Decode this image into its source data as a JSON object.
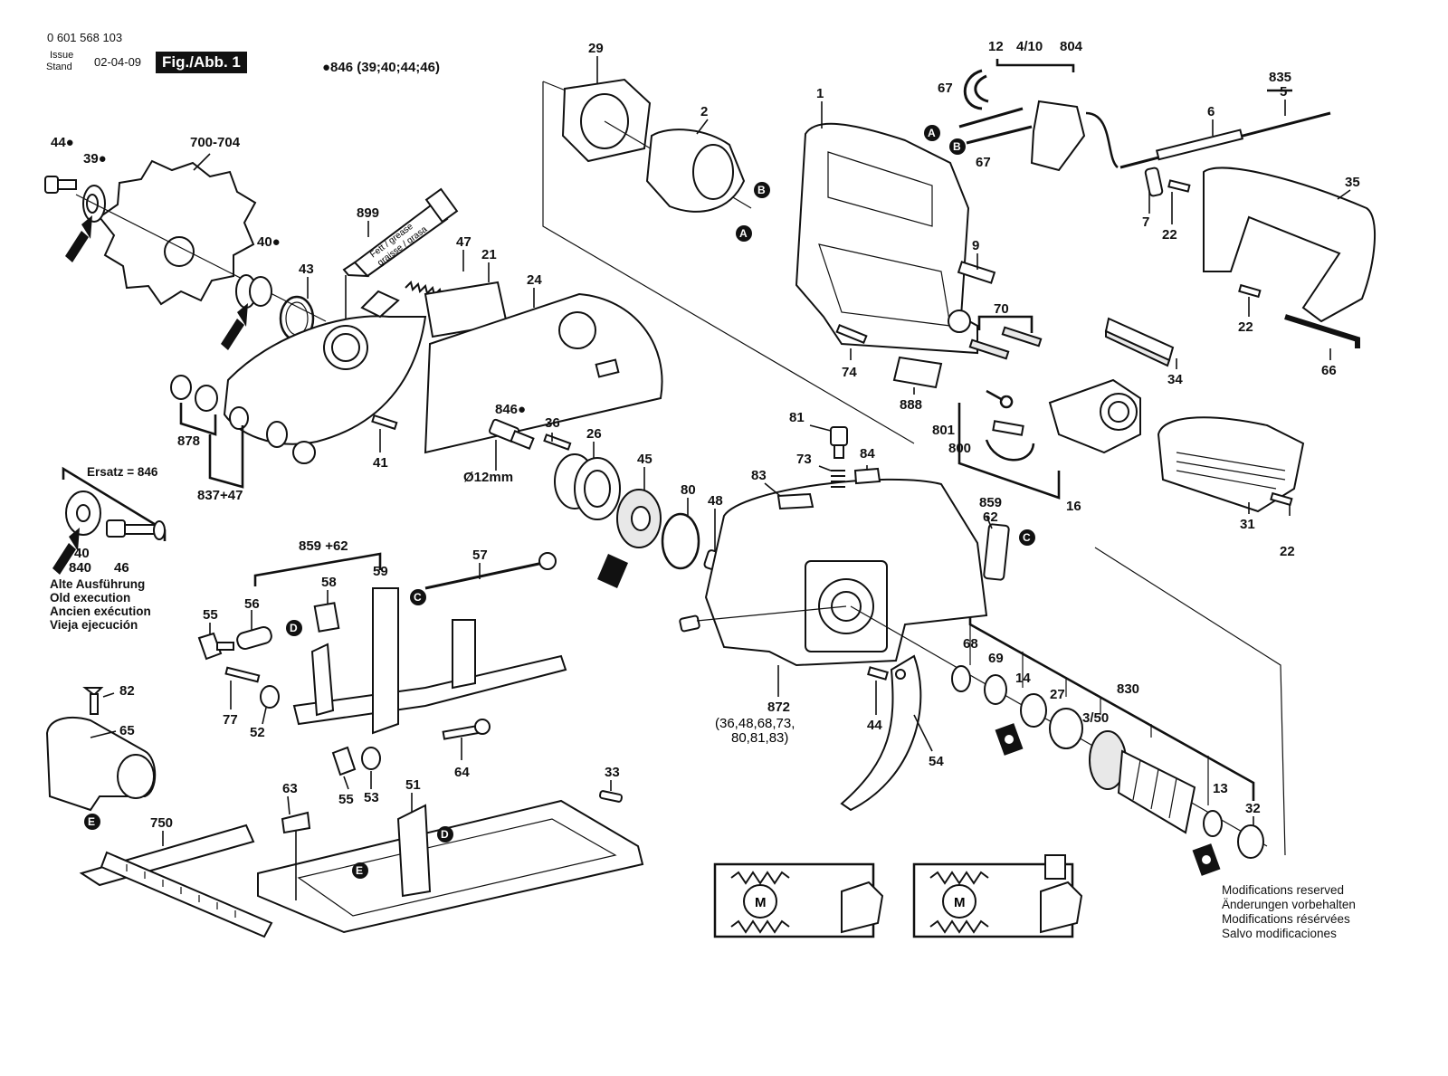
{
  "header": {
    "part_number": "0 601 568 103",
    "issue_label": "Issue",
    "stand_label": "Stand",
    "date": "02-04-09",
    "figure": "Fig./Abb. 1"
  },
  "note_846": "●846 (39;40;44;46)",
  "labels": {
    "p29": "29",
    "p2": "2",
    "p1": "1",
    "p12": "12",
    "p4_10": "4/10",
    "p804": "804",
    "p67a": "67",
    "p67b": "67",
    "p835": "835",
    "p5": "5",
    "p6": "6",
    "p7": "7",
    "p22a": "22",
    "p35": "35",
    "p22b": "22",
    "p66": "66",
    "p9": "9",
    "p70": "70",
    "p74": "74",
    "p888": "888",
    "p34": "34",
    "p44a": "44●",
    "p39": "39●",
    "p700": "700-704",
    "p899": "899",
    "p40a": "40●",
    "p43": "43",
    "p47": "47",
    "p21": "21",
    "p24": "24",
    "p878": "878",
    "p837": "837+47",
    "p41": "41",
    "p846": "846●",
    "p36": "36",
    "p26": "26",
    "p12mm": "Ø12mm",
    "p45": "45",
    "p80": "80",
    "p48": "48",
    "p81": "81",
    "p73": "73",
    "p84": "84",
    "p83": "83",
    "p801": "801",
    "p800": "800",
    "p16": "16",
    "p859": "859",
    "p62": "62",
    "p31": "31",
    "p22c": "22",
    "p859_62": "859 +62",
    "p57": "57",
    "p58": "58",
    "p59": "59",
    "p56": "56",
    "p55a": "55",
    "p77": "77",
    "p52": "52",
    "p40b": "40",
    "p840": "840",
    "p46": "46",
    "p82": "82",
    "p65": "65",
    "p63": "63",
    "p51": "51",
    "p64": "64",
    "p33": "33",
    "p55b": "55",
    "p53": "53",
    "p750": "750",
    "p872": "872",
    "p44b": "44",
    "p54": "54",
    "p68": "68",
    "p69": "69",
    "p14": "14",
    "p27": "27",
    "p830": "830",
    "p3_50": "3/50",
    "p13": "13",
    "p32": "32"
  },
  "ersatz_label": "Ersatz = 846",
  "old_execution": [
    "Alte Ausführung",
    "Old execution",
    "Ancien exécution",
    "Vieja ejecución"
  ],
  "p872_contents": [
    "(36,48,68,73,",
    "80,81,83)"
  ],
  "tube_text": [
    "Fett / grease",
    "graisse / grasa"
  ],
  "connectors": {
    "a": "A",
    "b": "B",
    "c": "C",
    "d": "D",
    "e": "E"
  },
  "modifications": [
    "Modifications reserved",
    "Änderungen vorbehalten",
    "Modifications résérvées",
    "Salvo modificaciones"
  ],
  "motor_symbol": "M"
}
